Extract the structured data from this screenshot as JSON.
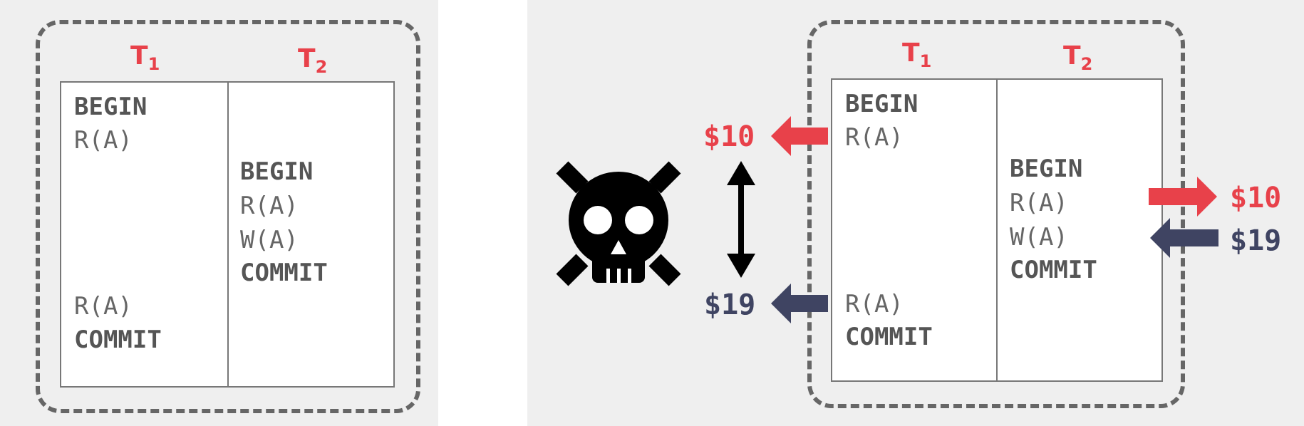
{
  "left_schedule": {
    "t1_header": "T",
    "t1_sub": "1",
    "t2_header": "T",
    "t2_sub": "2",
    "t1_ops": [
      "BEGIN",
      "R(A)",
      "R(A)",
      "COMMIT"
    ],
    "t2_ops": [
      "BEGIN",
      "R(A)",
      "W(A)",
      "COMMIT"
    ]
  },
  "right_schedule": {
    "t1_header": "T",
    "t1_sub": "1",
    "t2_header": "T",
    "t2_sub": "2",
    "t1_ops": [
      "BEGIN",
      "R(A)",
      "R(A)",
      "COMMIT"
    ],
    "t2_ops": [
      "BEGIN",
      "R(A)",
      "W(A)",
      "COMMIT"
    ]
  },
  "values": {
    "t1_first_read": "$10",
    "t1_second_read": "$19",
    "t2_read": "$10",
    "t2_write": "$19"
  },
  "icons": [
    "skull-crossbones-icon",
    "double-arrow-icon"
  ],
  "colors": {
    "red": "#e8414a",
    "navy": "#3f4462",
    "frame": "#666666",
    "panel": "#efefef"
  }
}
